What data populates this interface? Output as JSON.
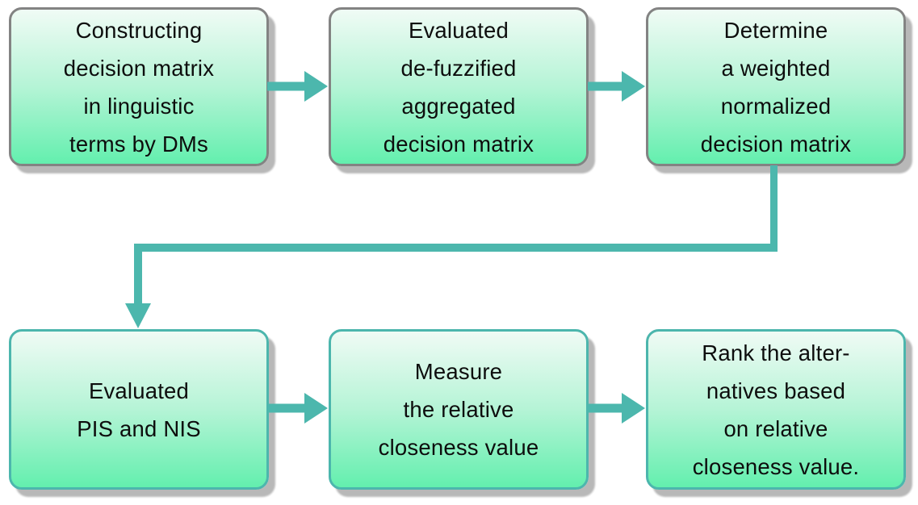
{
  "diagram": {
    "type": "flowchart",
    "boxes": [
      {
        "id": "step-1",
        "label": "Constructing\ndecision matrix\nin linguistic\nterms by DMs"
      },
      {
        "id": "step-2",
        "label": "Evaluated\nde-fuzzified\naggregated\ndecision matrix"
      },
      {
        "id": "step-3",
        "label": "Determine\na weighted\nnormalized\ndecision matrix"
      },
      {
        "id": "step-4",
        "label": "Evaluated\nPIS and NIS"
      },
      {
        "id": "step-5",
        "label": "Measure\nthe relative\ncloseness value"
      },
      {
        "id": "step-6",
        "label": "Rank the alter-\nnatives based\non relative\ncloseness value."
      }
    ],
    "edges": [
      {
        "from": "step-1",
        "to": "step-2",
        "style": "straight-right-arrow"
      },
      {
        "from": "step-2",
        "to": "step-3",
        "style": "straight-right-arrow"
      },
      {
        "from": "step-3",
        "to": "step-4",
        "style": "elbow-down-left-down-arrow"
      },
      {
        "from": "step-4",
        "to": "step-5",
        "style": "straight-right-arrow"
      },
      {
        "from": "step-5",
        "to": "step-6",
        "style": "straight-right-arrow"
      }
    ],
    "colors": {
      "arrow": "#4cb7ad",
      "border_top_row": "#838383",
      "border_bottom_row": "#4cb6ad",
      "grad_top": "#f0fbf5",
      "grad_mid": "#b5f4d6",
      "grad_bottom": "#63efae",
      "shadow": "#b8b8b8",
      "text": "#0d0d0d",
      "background": "#ffffff"
    }
  }
}
